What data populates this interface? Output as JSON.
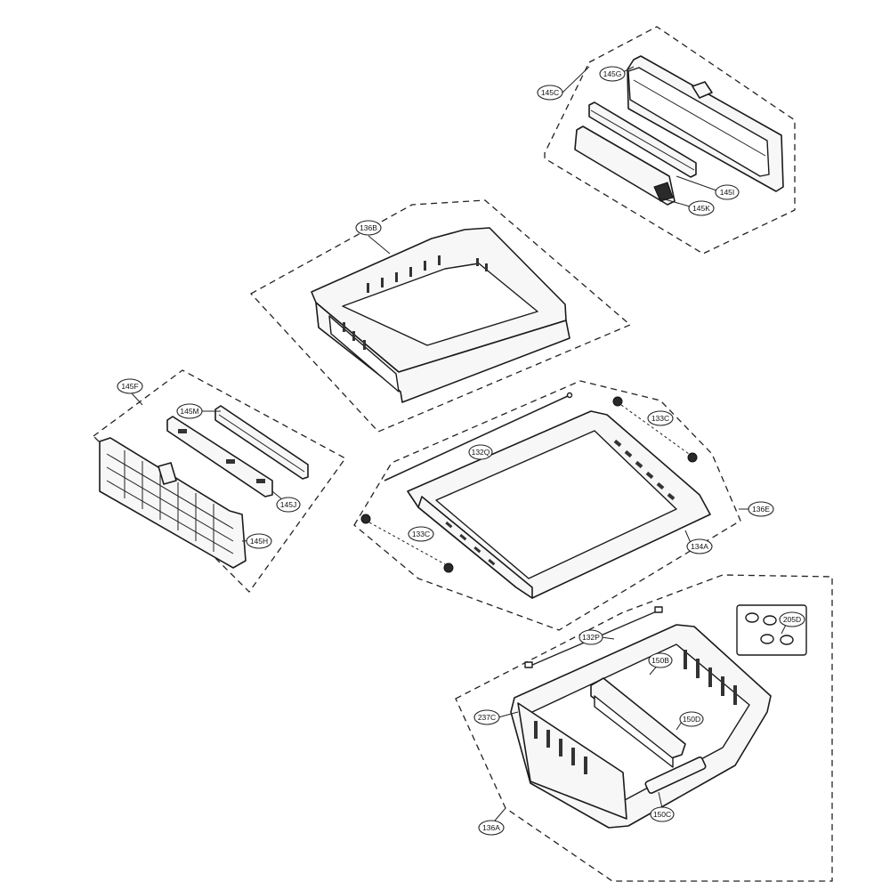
{
  "callouts": {
    "c145C": "145C",
    "c145G": "145G",
    "c145I": "145I",
    "c145K": "145K",
    "c136B": "136B",
    "c145F": "145F",
    "c145M": "145M",
    "c145J": "145J",
    "c145H": "145H",
    "c133C_top": "133C",
    "c132Q": "132Q",
    "c136E": "136E",
    "c133C_bottom": "133C",
    "c134A": "134A",
    "c132P": "132P",
    "c205D": "205D",
    "c150B": "150B",
    "c237C": "237C",
    "c150D": "150D",
    "c150C": "150C",
    "c136A": "136A"
  }
}
